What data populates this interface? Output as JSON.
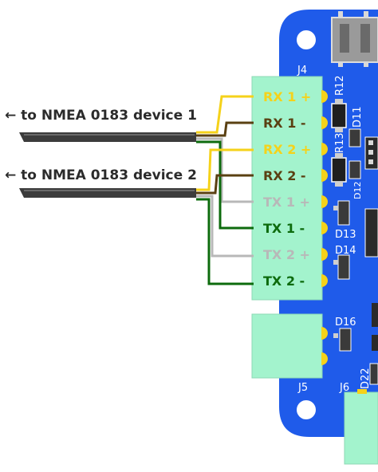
{
  "devices": [
    {
      "label": "← to NMEA 0183 device 1"
    },
    {
      "label": "← to NMEA 0183 device 2"
    }
  ],
  "connectors": {
    "j4": "J4",
    "j5": "J5",
    "j6": "J6"
  },
  "pins": [
    {
      "label": "RX 1 +",
      "color": "#f5d21a"
    },
    {
      "label": "RX 1  -",
      "color": "#5a4012"
    },
    {
      "label": "RX 2 +",
      "color": "#f5d21a"
    },
    {
      "label": "RX 2  -",
      "color": "#5a4012"
    },
    {
      "label": "TX 1 +",
      "color": "#b8b8b8"
    },
    {
      "label": "TX 1  -",
      "color": "#0d6b0d"
    },
    {
      "label": "TX 2 +",
      "color": "#b8b8b8"
    },
    {
      "label": "TX 2  -",
      "color": "#0d6b0d"
    }
  ],
  "components": {
    "r12": "R12",
    "r13": "R13",
    "d11": "D11",
    "d12": "D12",
    "d13": "D13",
    "d14": "D14",
    "d16": "D16",
    "d22": "D22"
  },
  "colors": {
    "pcb": "#1f5bea",
    "connector": "#a3f3cd",
    "pad": "#f5d21a",
    "cable": "#3c3c3c"
  }
}
